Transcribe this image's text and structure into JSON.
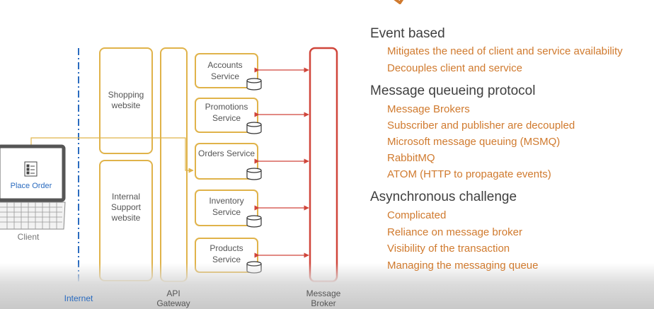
{
  "diagram": {
    "shopping": "Shopping website",
    "support": "Internal Support website",
    "gateway": "API Gateway",
    "broker": "Message Broker",
    "internet": "Internet",
    "client": "Client",
    "place_order": "Place Order",
    "services": [
      "Accounts Service",
      "Promotions Service",
      "Orders Service",
      "Inventory Service",
      "Products Service"
    ]
  },
  "notes": {
    "sections": [
      {
        "heading": "Event based",
        "items": [
          "Mitigates the need of client and service availability",
          "Decouples client and service"
        ]
      },
      {
        "heading": "Message queueing protocol",
        "items": [
          "Message Brokers",
          "Subscriber and publisher are decoupled",
          "Microsoft message queuing (MSMQ)",
          "RabbitMQ",
          "ATOM (HTTP to propagate events)"
        ]
      },
      {
        "heading": "Asynchronous challenge",
        "items": [
          "Complicated",
          "Reliance on message broker",
          "Visibility of the transaction",
          "Managing the messaging queue"
        ]
      }
    ]
  },
  "colors": {
    "gold": "#e0b34a",
    "red": "#d0453a",
    "blue": "#2a6bbf",
    "heading": "#3f3f3f",
    "item": "#d07a2e"
  }
}
